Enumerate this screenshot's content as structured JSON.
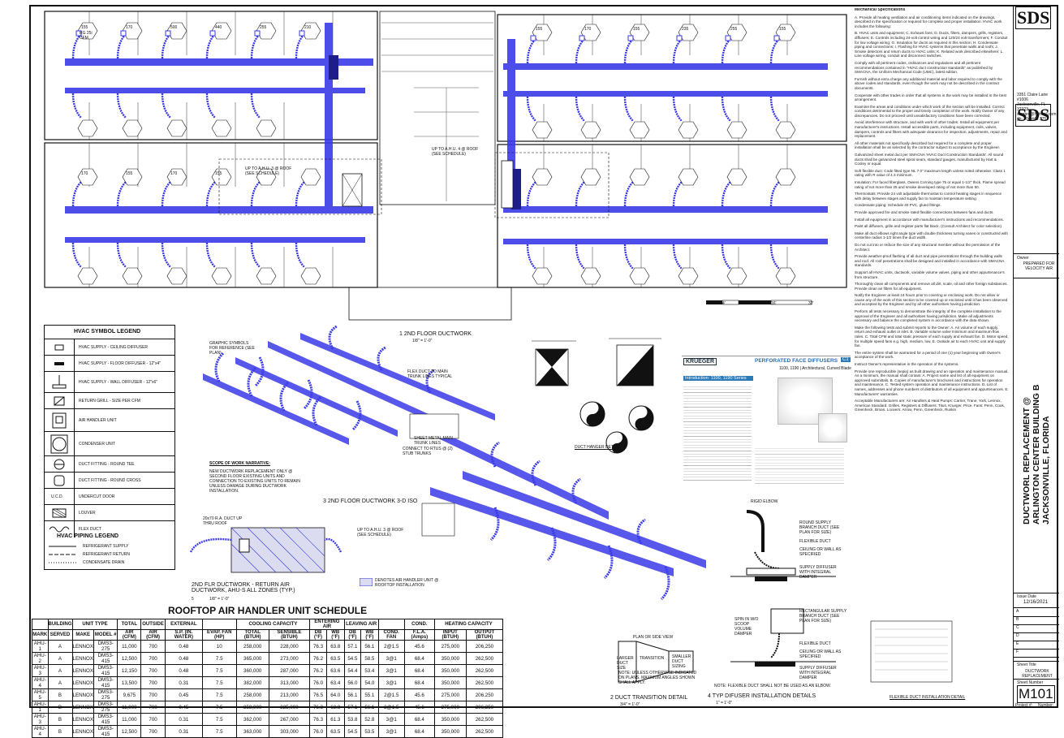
{
  "firm": {
    "logo_text": "SDS",
    "logo_text_2": "SDS",
    "address": [
      "3351 Claire Lane #1006",
      "Jacksonville, FL 32223",
      "ssrgprc@hotmail.com",
      "ph: 904.443.7757"
    ]
  },
  "title_block": {
    "project_title_lines": [
      "DUCTWORL REPLACEMENT @",
      "ARLINGTON CENTER BUILDING B",
      "JACKSONVILLE, FLORIDA"
    ],
    "prepared_for_label": "Owner",
    "prepared_for": "PREPARED FOR VELOCITY AIR",
    "issue_date_label": "Issue Date",
    "issue_date": "12/16/2021",
    "sheet_title_label": "Sheet Title",
    "sheet_title": "DUCTWORK REPLACEMENT",
    "sheet_number_label": "Sheet Number",
    "sheet_number": "M101",
    "revision_rows": [
      "A",
      "B",
      "C",
      "D",
      "E",
      "F"
    ],
    "project_label": "Project #:",
    "number_label": "Number:"
  },
  "legend": {
    "title": "HVAC SYMBOL LEGEND",
    "items": [
      "HVAC SUPPLY - CEILING DIFFUSER",
      "HVAC SUPPLY - FLOOR DIFFUSER - 12\"x4\"",
      "HVAC SUPPLY - WALL DIFFUSER - 12\"x6\"",
      "RETURN GRILL - SIZE PER CFM",
      "AIR HANDLER UNIT",
      "CONDENSER UNIT",
      "DUCT FITTING - ROUND TEE",
      "DUCT FITTING - ROUND CROSS",
      "UNDERCUT DOOR",
      "LOUVER",
      "FLEX DUCT"
    ],
    "sym_texts": [
      "U.C.D."
    ],
    "piping_title": "HVAC PIPING LEGEND",
    "piping": [
      "REFRIGERANT SUPPLY",
      "REFRIGERANT RETURN",
      "CONDENSATE DRAIN"
    ]
  },
  "labels": {
    "plan1": "2ND FLOOR DUCTWORK",
    "plan1_scale": "1/8\" = 1'-0\"",
    "plan1_num": "1",
    "plan3": "2ND FLOOR DUCTWORK 3-D ISO",
    "plan3_num": "3",
    "plan5": "2ND FLR DUCTWORK - RETURN AIR DUCTWORK, AHU-S ALL ZONES (TYP.)",
    "plan5_scale": "1/8\" = 1'-0\"",
    "plan5_num": "5",
    "detail2": "DUCT TRANSITION DETAIL",
    "detail2_scale": "3/4\" = 1'-0\"",
    "detail2_num": "2",
    "detail4": "TYP DIFUSER INSTALLATION DETAILS",
    "detail4_scale": "1\" = 1'-0\"",
    "detail4_num": "4",
    "flex_detail": "FLEXIBLE DUCT INSTALLATION DETAIL",
    "hanger_detail": "DUCT HANGER DETAIL",
    "up_to_ahu3": "UP TO A.H.U. 3 @ ROOF (SEE SCHEDULE)",
    "up_to_ahu4": "UP TO A.H.U. 4 @ ROOF (SEE SCHEDULE)",
    "graphic_symbols": "GRAPHIC SYMBOLS FOR REFERENCE (SEE PLAN)",
    "flex_duct_note": "FLEX DUCT TO MAIN TRUNK LINES TYPICAL",
    "sheet_metal_note": "SHEET METAL MAIN TRUNK LINES",
    "connect_note": "CONNECT TO RTUS @ (2) STUB TRUNKS",
    "scope_title": "SCOPE OF WORK NARRATIVE:",
    "scope_text": "NEW DUCTWORK REPLACEMENT ONLY @ SECOND FLOOR EXISTING UNITS AND CONNECTION TO EXISTING UNITS TO REMAIN UNLESS DAMAGE DURING DUCTWORK INSTALLATION.",
    "ahu_legend": "DENOTES AIR HANDLER UNIT @ ROOFTOP INSTALLATION",
    "ra_duct": "20x70 R.A. DUCT UP THRU ROOF",
    "krueger_brand": "KRUEGER",
    "krueger_title": "PERFORATED FACE DIFFUSERS",
    "krueger_badge": "C1",
    "krueger_models": "1100, 1190 | Architectural, Curved Blade",
    "krueger_intro": "Introduction: 1100, 1190 Series",
    "plan_or_side": "PLAN OR SIDE VIEW",
    "transition": "TRANSITION",
    "larger_duct": "LARGER DUCT SIZE",
    "smaller_duct": "SMALLER DUCT SIZING",
    "trans_note": "NOTE: UNLESS OTHERWISE INDICATED ON PLANS, MAXIMUM ANGLES SHOWN SHALL APPLY.",
    "diff_note": "NOTE: FLEXIBLE DUCT SHALL NOT BE USED AS AN ELBOW.",
    "rigid_elbow": "RIGID ELBOW",
    "round_supply": "ROUND SUPPLY BRANCH DUCT (SEE PLAN FOR SIZE)",
    "flexible_duct": "FLEXIBLE DUCT",
    "ceiling_wall": "CEILING OR WALL AS SPECIFIED",
    "supply_diffuser": "SUPPLY DIFFUSER WITH INTEGRAL DAMPER",
    "rect_supply": "RECTANGULAR SUPPLY BRANCH DUCT (SEE PLAN FOR SIZE)",
    "spin_in": "SPIN IN W/O SCOOP VOLUME DAMPER",
    "flex_duct2": "FLEXIBLE DUCT",
    "ceiling_wall2": "CEILING OR WALL AS SPECIFIED",
    "supply_diffuser2": "SUPPLY DIFFUSER WITH INTEGRAL DAMPER",
    "scale_bar": [
      "0'",
      "4'",
      "8'",
      "16'",
      "32'"
    ]
  },
  "schedule": {
    "title": "ROOFTOP AIR HANDLER UNIT SCHEDULE",
    "group_headers": [
      "BUILDING",
      "UNIT TYPE",
      "TOTAL",
      "OUTSIDE",
      "EXTERNAL",
      "COOLING CAPACITY",
      "ENTERING AIR",
      "LEAVING AIR",
      "COND.",
      "HEATING CAPACITY"
    ],
    "headers": [
      "MARK",
      "SERVED",
      "MAKE",
      "MODEL #",
      "AIR (CFM)",
      "AIR (CFM)",
      "S.P. (IN. WATER)",
      "EVAP. FAN (HP)",
      "TOTAL (BTUH)",
      "SENSIBLE (BTUH)",
      "DB (°F)",
      "WB (°F)",
      "DB (°F)",
      "WB (°F)",
      "COND. FAN",
      "F.L.A. (Amps)",
      "INPUT (BTUH)",
      "OUTPUT (BTUH)"
    ],
    "rows": [
      [
        "AHU-1",
        "A",
        "LENNOX",
        "DMS3-275",
        "11,000",
        "700",
        "0.48",
        "10",
        "258,000",
        "228,000",
        "76.3",
        "63.8",
        "57.1",
        "56.1",
        "2@1.5",
        "45.6",
        "275,000",
        "206,250"
      ],
      [
        "AHU-2",
        "A",
        "LENNOX",
        "DMS3-415",
        "12,500",
        "700",
        "0.48",
        "7.5",
        "365,000",
        "273,000",
        "76.2",
        "63.5",
        "54.5",
        "58.5",
        "3@1",
        "68.4",
        "350,000",
        "262,500"
      ],
      [
        "AHU-3",
        "A",
        "LENNOX",
        "DMS3-415",
        "12,150",
        "700",
        "0.48",
        "7.5",
        "360,000",
        "287,000",
        "76.2",
        "63.6",
        "54.4",
        "53.4",
        "3@1",
        "68.4",
        "350,000",
        "262,500"
      ],
      [
        "AHU-4",
        "A",
        "LENNOX",
        "DMS3-415",
        "13,500",
        "700",
        "0.31",
        "7.5",
        "382,000",
        "313,000",
        "76.0",
        "63.4",
        "56.0",
        "54.0",
        "3@1",
        "68.4",
        "350,000",
        "262,500"
      ],
      [
        "AHU-5",
        "B",
        "LENNOX",
        "DMS3-275",
        "9,675",
        "700",
        "0.45",
        "7.5",
        "258,000",
        "213,000",
        "76.5",
        "64.0",
        "56.1",
        "55.1",
        "2@1.5",
        "45.6",
        "275,000",
        "206,250"
      ],
      [
        "AHU-1",
        "B",
        "LENNOX",
        "DMS3-275",
        "11,000",
        "700",
        "0.45",
        "7.5",
        "258,000",
        "225,000",
        "76.3",
        "63.8",
        "57.1",
        "56.1",
        "2@1.5",
        "45.6",
        "275,000",
        "206,250"
      ],
      [
        "AHU-3",
        "B",
        "LENNOX",
        "DMS3-415",
        "11,000",
        "700",
        "0.31",
        "7.5",
        "362,000",
        "267,000",
        "76.3",
        "61.3",
        "53.8",
        "52.8",
        "3@1",
        "68.4",
        "350,000",
        "262,500"
      ],
      [
        "AHU-4",
        "B",
        "LENNOX",
        "DMS3-415",
        "12,500",
        "700",
        "0.31",
        "7.5",
        "363,000",
        "303,000",
        "76.0",
        "63.5",
        "54.5",
        "53.5",
        "3@1",
        "68.4",
        "350,000",
        "262,500"
      ]
    ]
  },
  "spec": {
    "title": "Mechanical Specifications",
    "paragraphs": [
      "A. Provide all heating ventilation and air conditioning items indicated on the drawings, described in the specification or required for complete and proper installation. HVAC work includes the following:",
      "B. HVAC units and equipment; C. Exhaust fans; D. Ducts, filters, dampers, grills, registers, diffusers; E. Controls including 24-volt control wiring and 120/24 volt transformers; F. Conduit for low voltage wiring; G. Insulation for ducts as required in this section; H. Condensate piping and connections; I. Flashing for HVAC systems that penetrate walls and roofs; J. Smoke detectors and return ducts to HVAC units; K. Related work described elsewhere; L. Line voltage wiring, conduit and disconnect switches.",
      "Comply with all pertinent codes, ordinances and regulations and all pertinent recommendations contained in \"HVAC duct construction standards\" as published by SMACNA, the Uniform Mechanical Code (UMC), latest edition.",
      "Furnish without extra charge any additional material and labor required to comply with the above codes and standards, even though the work may not be described in the contract documents.",
      "Cooperate with other trades in order that all systems in the work may be installed in the best arrangement.",
      "Examine the areas and conditions under which work of the section will be installed. Correct conditions detrimental to the proper and timely completion of the work. Notify Owner of any discrepancies. Do not proceed until unsatisfactory conditions have been corrected.",
      "Avoid interference with structure, and with work of other trades. Install all equipment per manufacturer's instructions. Install accessible parts, including equipment, coils, valves, dampers, controls and filters with adequate clearance for inspection, adjustments, repair and replacement.",
      "All other materials not specifically described but required for a complete and proper installation shall be as selected by the contractor subject to acceptance by the Engineer.",
      "Galvanized sheet metal duct per SMACNA 'HVAC Duct Construction Standards'. All sound ducts shall be galvanized steel spiral seam, standard gauges, manufactured by Hart & Cooley or equal.",
      "Soft flexible duct: Code fitted type NL 7 0\" maximum length unless noted otherwise. Class 1 rating with R value of 4.3 minimum.",
      "Insulation: For faced fiberglass, Owens Corning type 75 or equal 1-1/2\" thick. Flame spread rating of not more than 25 and smoke developed rating of not more than 50.",
      "Thermostats: Provide 24 volt adjustable thermostat to control heating stages in sequence with delay between stages and supply fan to maintain temperature setting.",
      "Condensate piping: Schedule 40 PVC, glued fittings.",
      "Provide approved fire and smoke rated flexible connections between fans and ducts.",
      "Install all equipment in accordance with manufacturer's instructions and recommendations.",
      "Paint all diffusers, grille and register parts flat black. (Consult Architect for color selection)",
      "Make all duct elbows right angle type with double thickness turning vanes or constructed with centerline radius 1-1/2 times the duct width.",
      "Do not cut into or reduce the size of any structural member without the permission of the Architect.",
      "Provide weather-proof flashing of all duct and pipe penetrations through the building walls and roof. All roof penetrations shall be designed and installed in accordance with SMACNA standards.",
      "Support all HVAC units, ductwork, variable volume valves, piping and other appurtenance's from structure.",
      "Thoroughly clean all components and remove all dirt, scale, oil and other foreign substances. Provide clean air filters for all equipment.",
      "Notify the Engineer at least 24 hours prior to covering or enclosing work. Do not allow or cause any of the work of this section to be covered up or enclosed until it has been observed and accepted by the Engineer and by all other authorities having jurisdiction.",
      "Perform all tests necessary to demonstrate the integrity of the complete installation to the approval of the Engineer and all authorities having jurisdiction. Make all adjustments necessary and balance the completed system in accordance with the data shown.",
      "Make the following tests and submit reports to the Owner: A. Air volume of each supply, return and exhaust outlet or inlet. B. Variable volume valve minimum and maximum flow rates. C. Total CFM and total static pressure of each supply and exhaust fan. D. Motor speed, for multiple speed fans e.g. high, medium, low. E. Outside air to each HVAC unit and supply fan.",
      "The entire system shall be warranted for a period of one (1) year beginning with Owner's acceptance of the work.",
      "Instruct Owner's representative in the operation of the systems.",
      "Provide one reproducible (sepia) as built drawing and an operation and maintenance manual. As a minimum, the manual shall contain: A. Project name and list of all equipment on approved submittals. B. Copies of manufacturer's brochures and instructions for operation and maintenance. C. Tested system operation and maintenance instructions. D. List of names, addresses and phone numbers of distributors of all equipment and appurtenances. E. Manufacturers' warranties.",
      "Acceptable Manufacturers are: Air Handlers & Heat Pumps: Carrier, Trane, York, Lennox, American Standard. Grilles, Registers & Diffusers: Titus, Krueger, Price. Fans: Penn, Cook, Greenheck, Broan. Louvers: Arrow, Penn, Greenheck, Ruskin"
    ]
  },
  "plan_tags": {
    "rg": "RG 25i",
    "cfm": "CFM",
    "values": [
      "155",
      "170",
      "500",
      "440",
      "255",
      "210",
      "155",
      "170",
      "155",
      "235",
      "255",
      "155",
      "170",
      "155",
      "170",
      "155"
    ]
  },
  "colors": {
    "duct_blue": "#3a3ae8",
    "duct_dark": "#1e1e8a",
    "line": "#111111"
  }
}
